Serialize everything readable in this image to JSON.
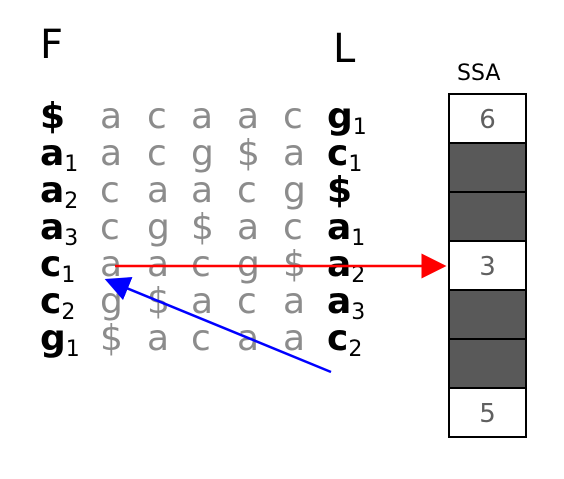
{
  "headers": {
    "first": "F",
    "last": "L",
    "ssa": "SSA"
  },
  "rows": [
    {
      "first": "$",
      "first_sub": "",
      "middle": [
        "a",
        "c",
        "a",
        "a",
        "c"
      ],
      "last": "g",
      "last_sub": "1"
    },
    {
      "first": "a",
      "first_sub": "1",
      "middle": [
        "a",
        "c",
        "g",
        "$",
        "a"
      ],
      "last": "c",
      "last_sub": "1"
    },
    {
      "first": "a",
      "first_sub": "2",
      "middle": [
        "c",
        "a",
        "a",
        "c",
        "g"
      ],
      "last": "$",
      "last_sub": ""
    },
    {
      "first": "a",
      "first_sub": "3",
      "middle": [
        "c",
        "g",
        "$",
        "a",
        "c"
      ],
      "last": "a",
      "last_sub": "1"
    },
    {
      "first": "c",
      "first_sub": "1",
      "middle": [
        "a",
        "a",
        "c",
        "g",
        "$"
      ],
      "last": "a",
      "last_sub": "2"
    },
    {
      "first": "c",
      "first_sub": "2",
      "middle": [
        "g",
        "$",
        "a",
        "c",
        "a"
      ],
      "last": "a",
      "last_sub": "3"
    },
    {
      "first": "g",
      "first_sub": "1",
      "middle": [
        "$",
        "a",
        "c",
        "a",
        "a"
      ],
      "last": "c",
      "last_sub": "2"
    }
  ],
  "ssa": [
    {
      "value": "6",
      "sampled": true
    },
    {
      "value": "",
      "sampled": false
    },
    {
      "value": "",
      "sampled": false
    },
    {
      "value": "3",
      "sampled": true
    },
    {
      "value": "",
      "sampled": false
    },
    {
      "value": "",
      "sampled": false
    },
    {
      "value": "5",
      "sampled": true
    }
  ],
  "colors": {
    "red_arrow": "#ff0000",
    "blue_arrow": "#0000ff",
    "sampled_fill": "#ffffff",
    "unsampled_fill": "#595959"
  }
}
